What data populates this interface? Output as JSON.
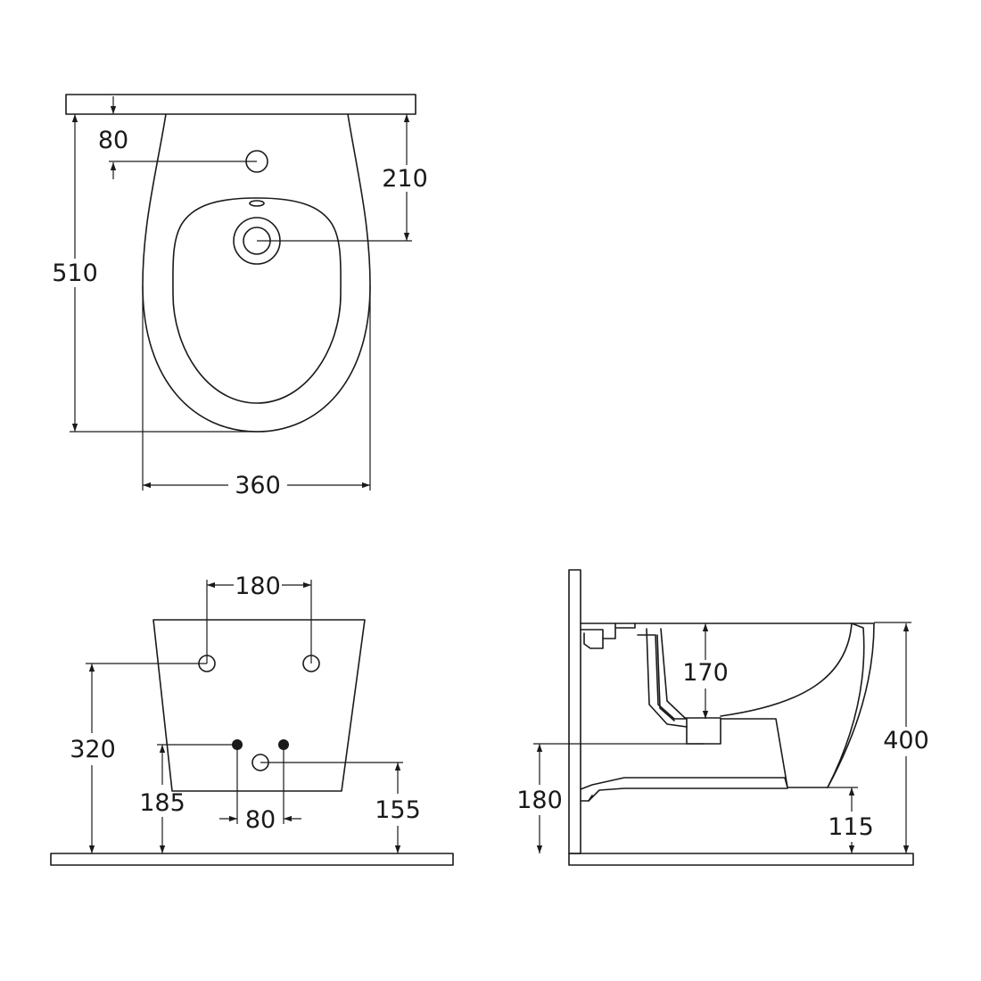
{
  "top_view": {
    "dimensions": {
      "wall_to_tap_hole": "80",
      "wall_to_drain": "210",
      "overall_length": "510",
      "overall_width": "360"
    }
  },
  "rear_view": {
    "dimensions": {
      "bolt_spacing": "180",
      "bolt_height": "320",
      "supply_height": "185",
      "supply_spacing": "80",
      "waste_height": "155"
    }
  },
  "side_view": {
    "dimensions": {
      "bowl_depth": "170",
      "rim_height": "400",
      "waste_outlet_height": "180",
      "base_clearance": "115"
    }
  },
  "colors": {
    "line": "#1a1a1a",
    "background": "#ffffff"
  }
}
